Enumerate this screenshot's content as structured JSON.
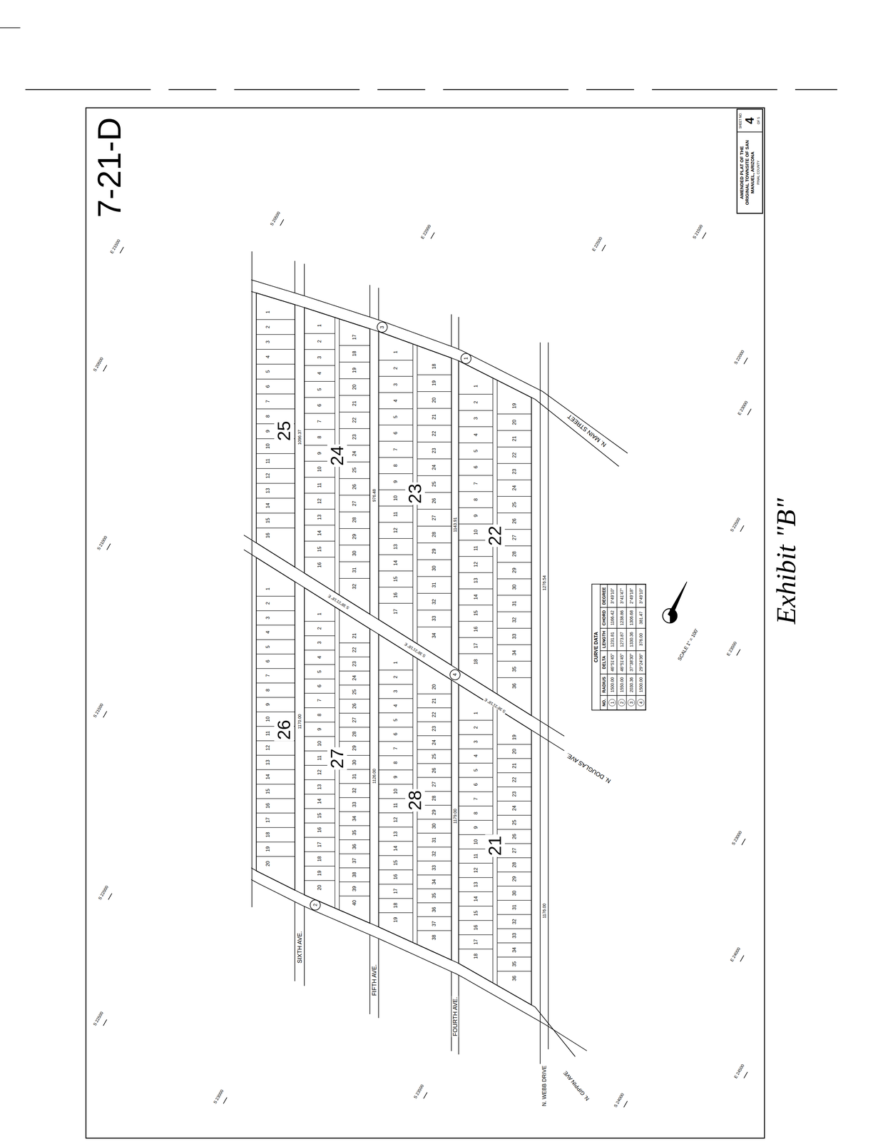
{
  "diagram": {
    "caption": "Exhibit \"B\"",
    "nodes": [
      {
        "text": [
          "25"
        ]
      },
      {
        "text": [
          "24"
        ]
      },
      {
        "text": [
          "23"
        ]
      },
      {
        "text": [
          "22"
        ]
      },
      {
        "text": [
          "26"
        ]
      },
      {
        "text": [
          "27"
        ]
      },
      {
        "text": [
          "28"
        ]
      },
      {
        "text": [
          "21"
        ]
      },
      {
        "text": [
          "CURVE DATA"
        ]
      },
      {
        "text": [
          "AMENDED PLAT OF THE ORIGINAL TOWNSITE OF SAN MANUEL, ARIZONA",
          "PINAL COUNTY",
          "SHEET NO.",
          "4",
          "OF 5"
        ]
      }
    ],
    "labels": [
      "7-21-D",
      "1",
      "2",
      "3",
      "4",
      "5",
      "6",
      "7",
      "8",
      "9",
      "10",
      "11",
      "12",
      "13",
      "14",
      "15",
      "16",
      "1",
      "2",
      "3",
      "4",
      "5",
      "6",
      "7",
      "8",
      "9",
      "10",
      "11",
      "12",
      "13",
      "14",
      "15",
      "16",
      "17",
      "18",
      "19",
      "20",
      "21",
      "22",
      "23",
      "24",
      "25",
      "26",
      "27",
      "28",
      "29",
      "30",
      "31",
      "32",
      "1",
      "2",
      "3",
      "4",
      "5",
      "6",
      "7",
      "8",
      "9",
      "10",
      "11",
      "12",
      "13",
      "14",
      "15",
      "16",
      "17",
      "18",
      "19",
      "20",
      "21",
      "22",
      "23",
      "24",
      "25",
      "26",
      "27",
      "28",
      "29",
      "30",
      "31",
      "32",
      "33",
      "34",
      "1",
      "2",
      "3",
      "4",
      "5",
      "6",
      "7",
      "8",
      "9",
      "10",
      "11",
      "12",
      "13",
      "14",
      "15",
      "16",
      "17",
      "18",
      "19",
      "20",
      "21",
      "22",
      "23",
      "24",
      "25",
      "26",
      "27",
      "28",
      "29",
      "30",
      "31",
      "32",
      "33",
      "34",
      "35",
      "36",
      "1",
      "2",
      "3",
      "4",
      "5",
      "6",
      "7",
      "8",
      "9",
      "10",
      "11",
      "12",
      "13",
      "14",
      "15",
      "16",
      "17",
      "18",
      "19",
      "20",
      "1",
      "2",
      "3",
      "4",
      "5",
      "6",
      "7",
      "8",
      "9",
      "10",
      "11",
      "12",
      "13",
      "14",
      "15",
      "16",
      "17",
      "18",
      "19",
      "20",
      "21",
      "22",
      "23",
      "24",
      "25",
      "26",
      "27",
      "28",
      "29",
      "30",
      "31",
      "32",
      "33",
      "34",
      "35",
      "36",
      "37",
      "38",
      "39",
      "40",
      "1",
      "2",
      "3",
      "4",
      "5",
      "6",
      "7",
      "8",
      "9",
      "10",
      "11",
      "12",
      "13",
      "14",
      "15",
      "16",
      "17",
      "18",
      "19",
      "20",
      "21",
      "22",
      "23",
      "24",
      "25",
      "26",
      "27",
      "28",
      "29",
      "30",
      "31",
      "32",
      "33",
      "34",
      "35",
      "36",
      "37",
      "38",
      "1",
      "2",
      "3",
      "4",
      "5",
      "6",
      "7",
      "8",
      "9",
      "10",
      "11",
      "12",
      "13",
      "14",
      "15",
      "16",
      "17",
      "18",
      "19",
      "20",
      "21",
      "22",
      "23",
      "24",
      "25",
      "26",
      "27",
      "28",
      "29",
      "30",
      "31",
      "32",
      "33",
      "34",
      "35",
      "36",
      "N. MAIN STREET",
      "N. DOUGLAS AVE.",
      "SIXTH AVE.",
      "FIFTH AVE.",
      "FOURTH AVE.",
      "N. WEBB DRIVE",
      "N. GIPPIN AVE",
      "1096.37",
      "976.48",
      "1143.91",
      "1276.54",
      "1170.00",
      "1126.00",
      "1179.00",
      "1176.00",
      "S 38°21'18\" E",
      "S 38°21'18\" E",
      "S 38°21'18\" E",
      "1",
      "2",
      "3",
      "4",
      "SCALE 1\" = 100'",
      "E 21500",
      "S 20500",
      "S 21000",
      "S 21500",
      "S 22000",
      "S 22500",
      "S 20500",
      "E 22000",
      "E 22500",
      "S 21500",
      "S 22000",
      "E 23000",
      "S 22500",
      "E 23500",
      "S 23000",
      "E 24000",
      "S 23000",
      "S 23500",
      "S 24000",
      "E 24500",
      "NO.",
      "RADIUS",
      "DELTA",
      "LENGTH",
      "CHORD",
      "DEGREE",
      "1",
      "1500.00",
      "46°51'45\"",
      "1231.81",
      "1166.42",
      "3°49'10\"",
      "2",
      "1550.00",
      "46°51'45\"",
      "1273.87",
      "1238.86",
      "3°41'47\"",
      "3",
      "2030.36",
      "37°38'30\"",
      "1330.36",
      "1306.68",
      "2°49'18\"",
      "4",
      "1500.00",
      "29°24'36\"",
      "376.00",
      "381.47",
      "3°49'10\""
    ]
  }
}
